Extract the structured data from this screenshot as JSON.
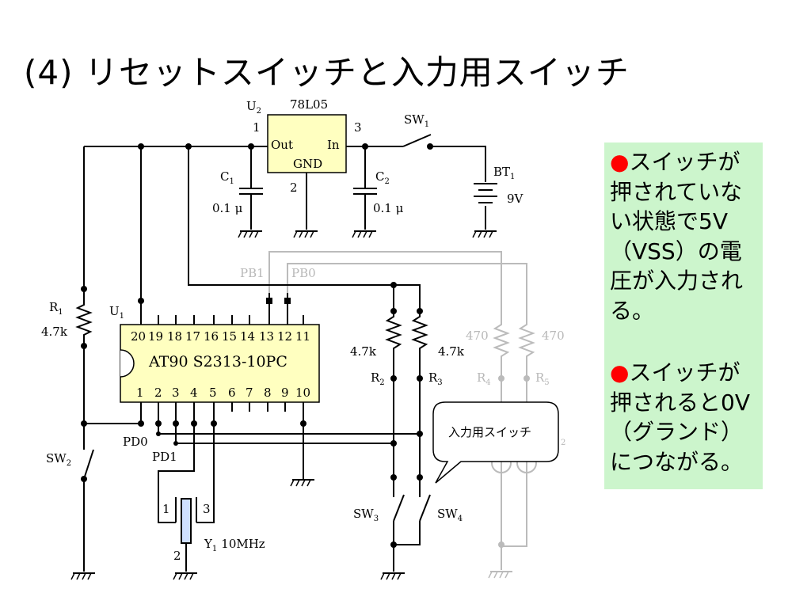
{
  "title": "(4) リセットスイッチと入力用スイッチ",
  "note": {
    "bullet": "●",
    "p1": "スイッチが押されていない状態で5V（VSS）の電圧が入力される。",
    "p2": "スイッチが押されると0V（グランド）につながる。"
  },
  "callout": "入力用スイッチ",
  "diagram": {
    "regulator": {
      "ref": "U",
      "ref_sub": "2",
      "part": "78L05",
      "out": "Out",
      "in": "In",
      "gnd": "GND",
      "pin_out": "1",
      "pin_in": "3",
      "pin_gnd": "2"
    },
    "sw1": {
      "ref": "SW",
      "sub": "1"
    },
    "bt1": {
      "ref": "BT",
      "sub": "1",
      "value": "9V"
    },
    "c1": {
      "ref": "C",
      "sub": "1",
      "value": "0.1 μ"
    },
    "c2": {
      "ref": "C",
      "sub": "2",
      "value": "0.1 μ"
    },
    "r1": {
      "ref": "R",
      "sub": "1",
      "value": "4.7k"
    },
    "u1": {
      "ref": "U",
      "sub": "1",
      "part": "AT90 S2313-10PC",
      "top_pins": [
        "20",
        "19",
        "18",
        "17",
        "16",
        "15",
        "14",
        "13",
        "12",
        "11"
      ],
      "bottom_pins": [
        "1",
        "2",
        "3",
        "4",
        "5",
        "6",
        "7",
        "8",
        "9",
        "10"
      ]
    },
    "pb1": "PB1",
    "pb0": "PB0",
    "r2": {
      "ref": "R",
      "sub": "2",
      "value": "4.7k"
    },
    "r3": {
      "ref": "R",
      "sub": "3",
      "value": "4.7k"
    },
    "r4": {
      "ref": "R",
      "sub": "4",
      "value": "470"
    },
    "r5": {
      "ref": "R",
      "sub": "5",
      "value": "470"
    },
    "sw2": {
      "ref": "SW",
      "sub": "2"
    },
    "sw3": {
      "ref": "SW",
      "sub": "3"
    },
    "sw4": {
      "ref": "SW",
      "sub": "4"
    },
    "pd0": "PD0",
    "pd1": "PD1",
    "y1": {
      "ref": "Y",
      "sub": "1",
      "value": "10MHz",
      "pin1": "1",
      "pin2": "2",
      "pin3": "3"
    },
    "hidden_ref_tail": "2"
  }
}
